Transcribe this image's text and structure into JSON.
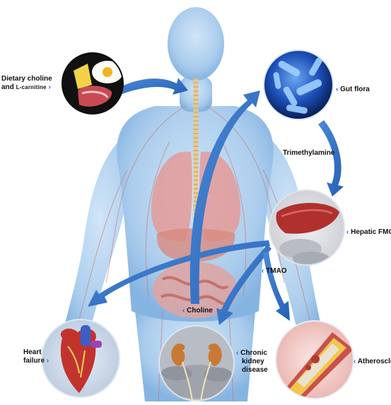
{
  "labels": {
    "dietary_line1": "Dietary choline",
    "dietary_line2_prefix": "and ",
    "dietary_l": "L",
    "dietary_line2_rest": "-carnitine",
    "gut_flora": "Gut flora",
    "trimethylamine": "Trimethylamine",
    "hepatic_fmos": "Hepatic FMOs",
    "tmao": "TMAO",
    "choline": "Choline",
    "heart_failure_line1": "Heart",
    "heart_failure_line2": "failure",
    "ckd_line1": "Chronic",
    "ckd_line2": "kidney",
    "ckd_line3": "disease",
    "atherosclerosis": "Atherosclerosis"
  },
  "glyphs": {
    "chevron_right": "›",
    "chevron_left": "‹"
  },
  "colors": {
    "body_blue": "#a9cdee",
    "arrow_blue": "#2f6fc4",
    "vessel_red": "#d2665e",
    "organ_pink": "#e49a98"
  },
  "icons": [
    "food-plate-icon",
    "bacteria-icon",
    "liver-icon",
    "heart-icon",
    "kidney-icon",
    "artery-plaque-icon"
  ]
}
